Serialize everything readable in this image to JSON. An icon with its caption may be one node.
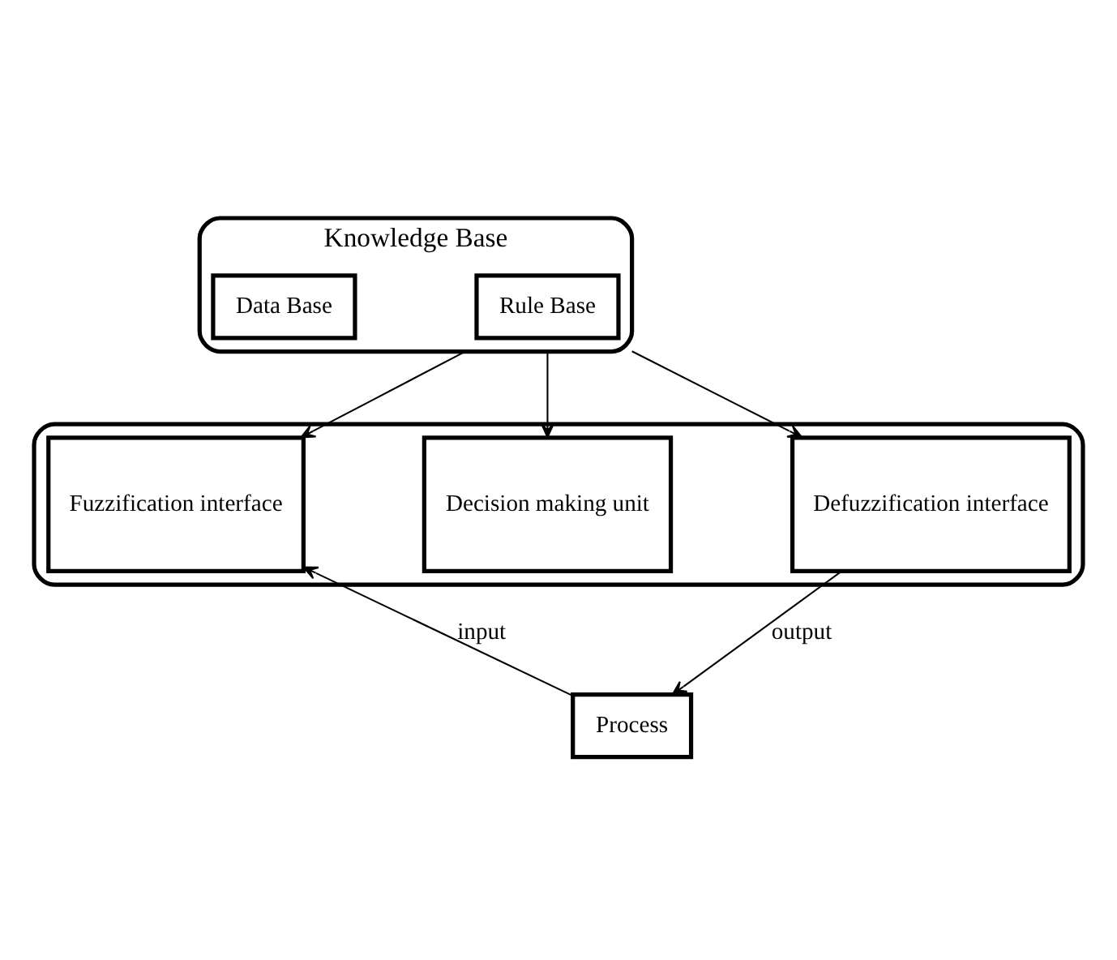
{
  "diagram": {
    "nodes": [
      {
        "text": [
          "Knowledge Base"
        ]
      },
      {
        "text": [
          "Data Base"
        ],
        "in": 0
      },
      {
        "text": [
          "Rule Base"
        ],
        "in": 0
      },
      {
        "text": [],
        "shape": "box"
      },
      {
        "text": [
          "Fuzzification interface"
        ],
        "in": 3
      },
      {
        "text": [
          "Decision making unit"
        ],
        "in": 3
      },
      {
        "text": [
          "Defuzzification interface"
        ],
        "in": 3
      },
      {
        "text": [
          "Process"
        ]
      }
    ],
    "edges": [
      {
        "from": 0,
        "to": 4,
        "arrow": "to"
      },
      {
        "from": 0,
        "to": 5,
        "arrow": "to"
      },
      {
        "from": 0,
        "to": 6,
        "arrow": "to"
      },
      {
        "from": 7,
        "to": 4,
        "arrow": "to",
        "label": "input"
      },
      {
        "from": 6,
        "to": 7,
        "arrow": "to",
        "label": "output"
      }
    ]
  }
}
